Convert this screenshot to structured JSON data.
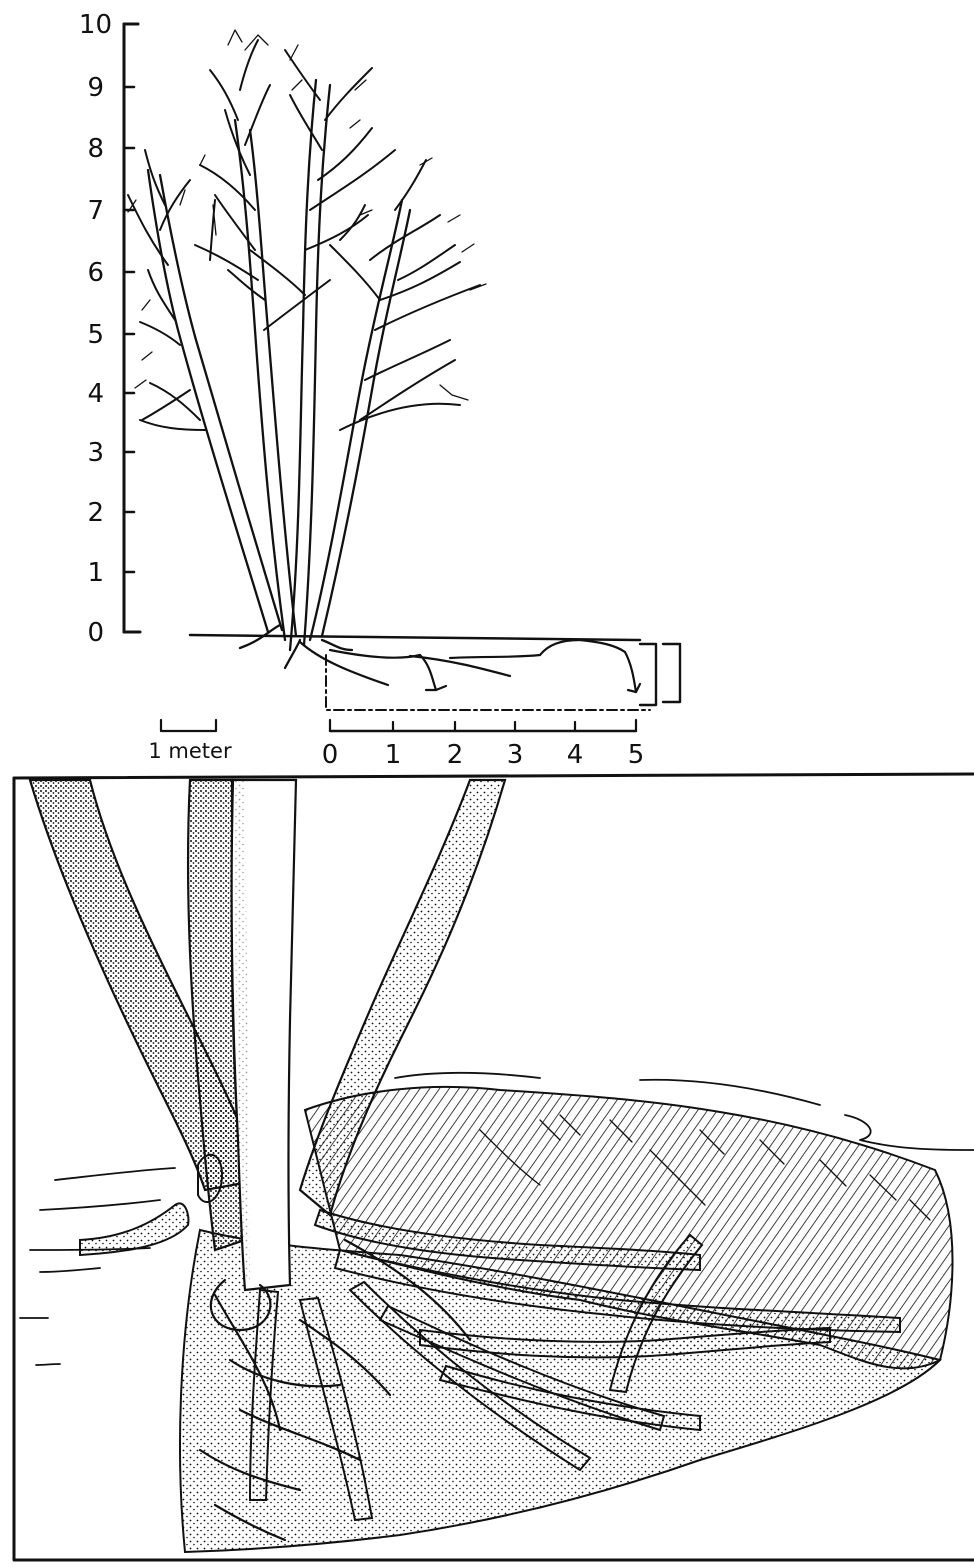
{
  "height_axis": {
    "ticks": [
      "0",
      "1",
      "2",
      "3",
      "4",
      "5",
      "6",
      "7",
      "8",
      "9",
      "10"
    ]
  },
  "scale_bar": {
    "label": "1 meter"
  },
  "root_axis": {
    "ticks": [
      "0",
      "1",
      "2",
      "3",
      "4",
      "5"
    ]
  },
  "colors": {
    "ink": "#111111",
    "paper": "#ffffff"
  }
}
